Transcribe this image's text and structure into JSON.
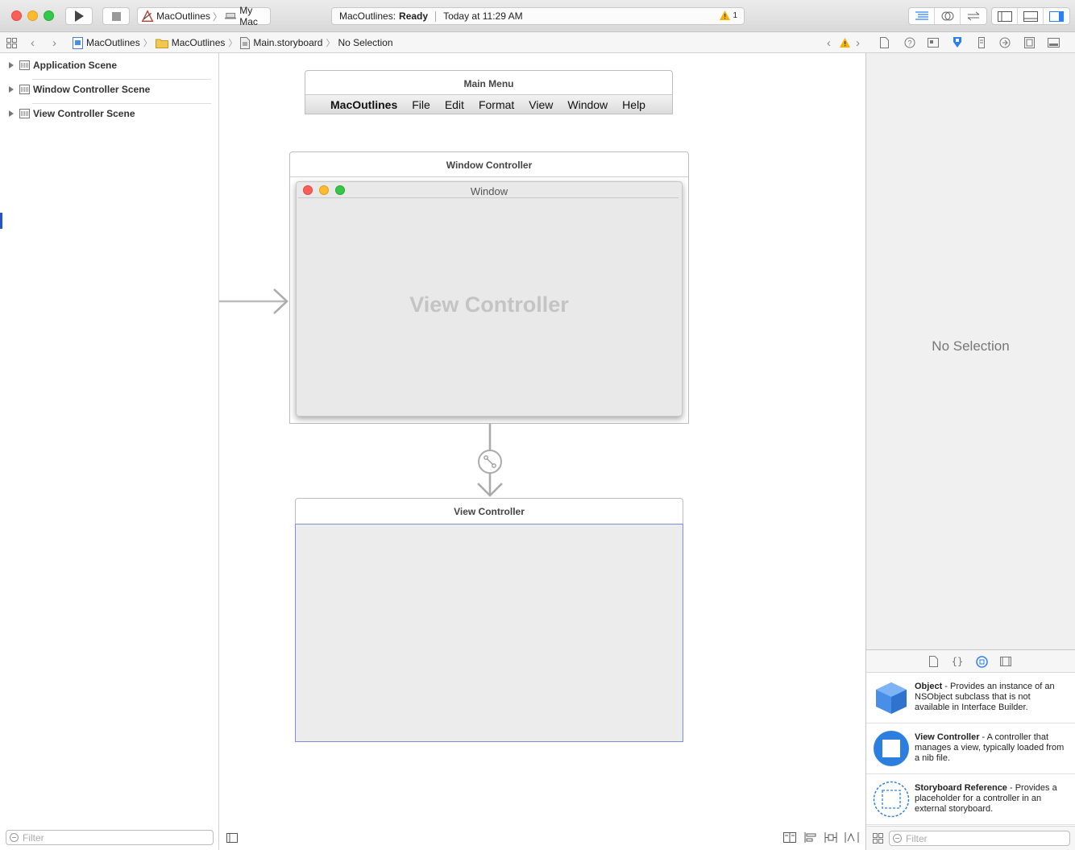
{
  "toolbar": {
    "scheme_target": "MacOutlines",
    "scheme_device": "My Mac",
    "status_app": "MacOutlines:",
    "status_state": "Ready",
    "status_time": "Today at 11:29 AM",
    "warning_count": "1"
  },
  "jumpbar": {
    "crumbs": [
      "MacOutlines",
      "MacOutlines",
      "Main.storyboard",
      "No Selection"
    ]
  },
  "navigator": {
    "scenes": [
      "Application Scene",
      "Window Controller Scene",
      "View Controller Scene"
    ],
    "filter_placeholder": "Filter"
  },
  "canvas": {
    "main_menu_title": "Main Menu",
    "menu_items": [
      "MacOutlines",
      "File",
      "Edit",
      "Format",
      "View",
      "Window",
      "Help"
    ],
    "window_controller_title": "Window Controller",
    "window_title": "Window",
    "window_content_label": "View Controller",
    "view_controller_title": "View Controller"
  },
  "inspector": {
    "no_selection": "No Selection"
  },
  "library": {
    "items": [
      {
        "name": "Object",
        "desc": " - Provides an instance of an NSObject subclass that is not available in Interface Builder."
      },
      {
        "name": "View Controller",
        "desc": " - A controller that manages a view, typically loaded from a nib file."
      },
      {
        "name": "Storyboard Reference",
        "desc": " - Provides a placeholder for a controller in an external storyboard."
      }
    ],
    "filter_placeholder": "Filter"
  },
  "colors": {
    "accent": "#2a7ff4",
    "selection_outline": "#7b8ed6"
  }
}
